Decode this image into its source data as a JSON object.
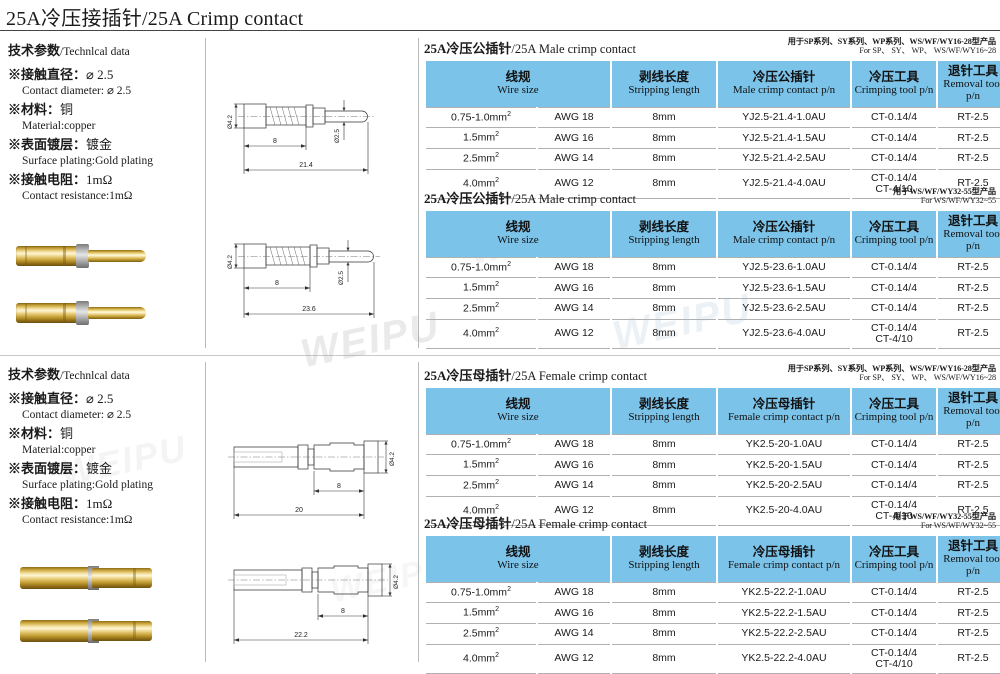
{
  "page": {
    "title": "25A冷压接插针/25A Crimp contact",
    "watermark": "WEIPU"
  },
  "specs": [
    {
      "heading_cn": "技术参数",
      "heading_en": "/Technlcal data",
      "items": [
        {
          "cn_label": "※接触直径：",
          "cn_value": "⌀ 2.5",
          "en": "Contact diameter:  ⌀ 2.5"
        },
        {
          "cn_label": "※材料：",
          "cn_value": "铜",
          "en": "Material:copper"
        },
        {
          "cn_label": "※表面镀层：",
          "cn_value": "镀金",
          "en": "Surface plating:Gold plating"
        },
        {
          "cn_label": "※接触电阻：",
          "cn_value": "1mΩ",
          "en": "Contact resistance:1mΩ"
        }
      ]
    },
    {
      "heading_cn": "技术参数",
      "heading_en": "/Technlcal data",
      "items": [
        {
          "cn_label": "※接触直径：",
          "cn_value": "⌀ 2.5",
          "en": "Contact diameter:  ⌀ 2.5"
        },
        {
          "cn_label": "※材料：",
          "cn_value": "铜",
          "en": "Material:copper"
        },
        {
          "cn_label": "※表面镀层：",
          "cn_value": "镀金",
          "en": "Surface plating:Gold plating"
        },
        {
          "cn_label": "※接触电阻：",
          "cn_value": "1mΩ",
          "en": "Contact resistance:1mΩ"
        }
      ]
    }
  ],
  "drawings": [
    {
      "name": "male-21-4",
      "dim_diameter_left": "Ø4.2",
      "dim_crimp": "8",
      "dim_pin_diameter": "Ø2.5",
      "dim_overall": "21.4"
    },
    {
      "name": "male-23-6",
      "dim_diameter_left": "Ø4.2",
      "dim_crimp": "8",
      "dim_pin_diameter": "Ø2.5",
      "dim_overall": "23.6"
    },
    {
      "name": "female-20",
      "dim_diameter_right": "Ø4.2",
      "dim_crimp": "8",
      "dim_overall": "20"
    },
    {
      "name": "female-22-2",
      "dim_diameter_right": "Ø4.2",
      "dim_crimp": "8",
      "dim_overall": "22.2"
    }
  ],
  "columns": [
    {
      "cn": "线规",
      "en": "Wire size"
    },
    {
      "cn": "剥线长度",
      "en": "Stripping  length"
    },
    {
      "cn": "冷压公插针",
      "en": "Male crimp contact p/n"
    },
    {
      "cn": "冷压工具",
      "en": "Crimping tool p/n"
    },
    {
      "cn": "退针工具",
      "en": "Removal tool p/n"
    }
  ],
  "columns_female": [
    {
      "cn": "线规",
      "en": "Wire size"
    },
    {
      "cn": "剥线长度",
      "en": "Stripping  length"
    },
    {
      "cn": "冷压母插针",
      "en": "Female crimp contact p/n"
    },
    {
      "cn": "冷压工具",
      "en": "Crimping tool p/n"
    },
    {
      "cn": "退针工具",
      "en": "Removal tool p/n"
    }
  ],
  "tables": [
    {
      "id": "male-16-28",
      "title_cn": "25A冷压公插针",
      "title_en": "/25A Male crimp contact",
      "note_cn": "用于SP系列、SY系列、WP系列、WS/WF/WY16-28型产品",
      "note_en": "For SP、 SY、 WP、 WS/WF/WY16~28",
      "rows": [
        {
          "wire": "0.75-1.0mm",
          "sup": "2",
          "awg": "AWG 18",
          "strip": "8mm",
          "pn": "YJ2.5-21.4-1.0AU",
          "tool": "CT-0.14/4",
          "tool2": "",
          "removal": "RT-2.5"
        },
        {
          "wire": "1.5mm",
          "sup": "2",
          "awg": "AWG 16",
          "strip": "8mm",
          "pn": "YJ2.5-21.4-1.5AU",
          "tool": "CT-0.14/4",
          "tool2": "",
          "removal": "RT-2.5"
        },
        {
          "wire": "2.5mm",
          "sup": "2",
          "awg": "AWG 14",
          "strip": "8mm",
          "pn": "YJ2.5-21.4-2.5AU",
          "tool": "CT-0.14/4",
          "tool2": "",
          "removal": "RT-2.5"
        },
        {
          "wire": "4.0mm",
          "sup": "2",
          "awg": "AWG 12",
          "strip": "8mm",
          "pn": "YJ2.5-21.4-4.0AU",
          "tool": "CT-0.14/4",
          "tool2": "CT-4/10",
          "removal": "RT-2.5"
        }
      ]
    },
    {
      "id": "male-32-55",
      "title_cn": "25A冷压公插针",
      "title_en": "/25A Male crimp contact",
      "note_cn": "用于WS/WF/WY32-55型产品",
      "note_en": "For WS/WF/WY32~55",
      "rows": [
        {
          "wire": "0.75-1.0mm",
          "sup": "2",
          "awg": "AWG 18",
          "strip": "8mm",
          "pn": "YJ2.5-23.6-1.0AU",
          "tool": "CT-0.14/4",
          "tool2": "",
          "removal": "RT-2.5"
        },
        {
          "wire": "1.5mm",
          "sup": "2",
          "awg": "AWG 16",
          "strip": "8mm",
          "pn": "YJ2.5-23.6-1.5AU",
          "tool": "CT-0.14/4",
          "tool2": "",
          "removal": "RT-2.5"
        },
        {
          "wire": "2.5mm",
          "sup": "2",
          "awg": "AWG 14",
          "strip": "8mm",
          "pn": "YJ2.5-23.6-2.5AU",
          "tool": "CT-0.14/4",
          "tool2": "",
          "removal": "RT-2.5"
        },
        {
          "wire": "4.0mm",
          "sup": "2",
          "awg": "AWG 12",
          "strip": "8mm",
          "pn": "YJ2.5-23.6-4.0AU",
          "tool": "CT-0.14/4",
          "tool2": "CT-4/10",
          "removal": "RT-2.5"
        }
      ]
    },
    {
      "id": "female-16-28",
      "title_cn": "25A冷压母插针",
      "title_en": "/25A Female crimp contact",
      "note_cn": "用于SP系列、SY系列、WP系列、WS/WF/WY16-28型产品",
      "note_en": "For SP、 SY、 WP、 WS/WF/WY16~28",
      "rows": [
        {
          "wire": "0.75-1.0mm",
          "sup": "2",
          "awg": "AWG 18",
          "strip": "8mm",
          "pn": "YK2.5-20-1.0AU",
          "tool": "CT-0.14/4",
          "tool2": "",
          "removal": "RT-2.5"
        },
        {
          "wire": "1.5mm",
          "sup": "2",
          "awg": "AWG 16",
          "strip": "8mm",
          "pn": "YK2.5-20-1.5AU",
          "tool": "CT-0.14/4",
          "tool2": "",
          "removal": "RT-2.5"
        },
        {
          "wire": "2.5mm",
          "sup": "2",
          "awg": "AWG 14",
          "strip": "8mm",
          "pn": "YK2.5-20-2.5AU",
          "tool": "CT-0.14/4",
          "tool2": "",
          "removal": "RT-2.5"
        },
        {
          "wire": "4.0mm",
          "sup": "2",
          "awg": "AWG 12",
          "strip": "8mm",
          "pn": "YK2.5-20-4.0AU",
          "tool": "CT-0.14/4",
          "tool2": "CT-4/10",
          "removal": "RT-2.5"
        }
      ]
    },
    {
      "id": "female-32-55",
      "title_cn": "25A冷压母插针",
      "title_en": "/25A Female crimp contact",
      "note_cn": "用于WS/WF/WY32-55型产品",
      "note_en": "For WS/WF/WY32~55",
      "rows": [
        {
          "wire": "0.75-1.0mm",
          "sup": "2",
          "awg": "AWG 18",
          "strip": "8mm",
          "pn": "YK2.5-22.2-1.0AU",
          "tool": "CT-0.14/4",
          "tool2": "",
          "removal": "RT-2.5"
        },
        {
          "wire": "1.5mm",
          "sup": "2",
          "awg": "AWG 16",
          "strip": "8mm",
          "pn": "YK2.5-22.2-1.5AU",
          "tool": "CT-0.14/4",
          "tool2": "",
          "removal": "RT-2.5"
        },
        {
          "wire": "2.5mm",
          "sup": "2",
          "awg": "AWG 14",
          "strip": "8mm",
          "pn": "YK2.5-22.2-2.5AU",
          "tool": "CT-0.14/4",
          "tool2": "",
          "removal": "RT-2.5"
        },
        {
          "wire": "4.0mm",
          "sup": "2",
          "awg": "AWG 12",
          "strip": "8mm",
          "pn": "YK2.5-22.2-4.0AU",
          "tool": "CT-0.14/4",
          "tool2": "CT-4/10",
          "removal": "RT-2.5"
        }
      ]
    }
  ],
  "colors": {
    "header_blue": "#7cc3e9",
    "rule": "#b0b0b0"
  }
}
